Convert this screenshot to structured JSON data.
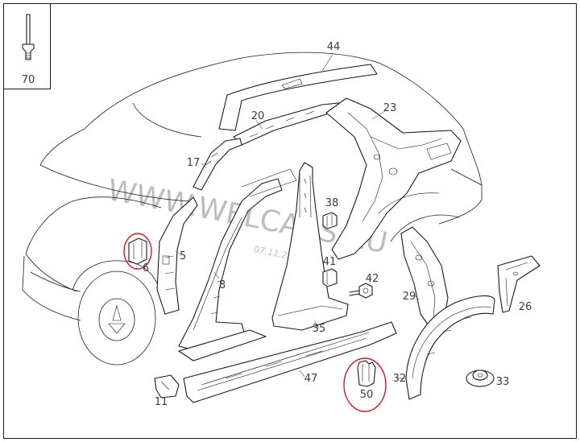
{
  "inset": {
    "number": "70"
  },
  "callouts": {
    "c44": "44",
    "c20": "20",
    "c23": "23",
    "c17": "17",
    "c38": "38",
    "c5": "5",
    "c6": "6",
    "c8": "8",
    "c41": "41",
    "c42": "42",
    "c29": "29",
    "c26": "26",
    "c35": "35",
    "c47": "47",
    "c32": "32",
    "c33": "33",
    "c11": "11",
    "c50": "50"
  },
  "watermark": {
    "text": "WWW.WELCARS.RU",
    "date": "07.11.2"
  },
  "highlight_color": "#d9141c",
  "line_color": "#1a1a1a"
}
